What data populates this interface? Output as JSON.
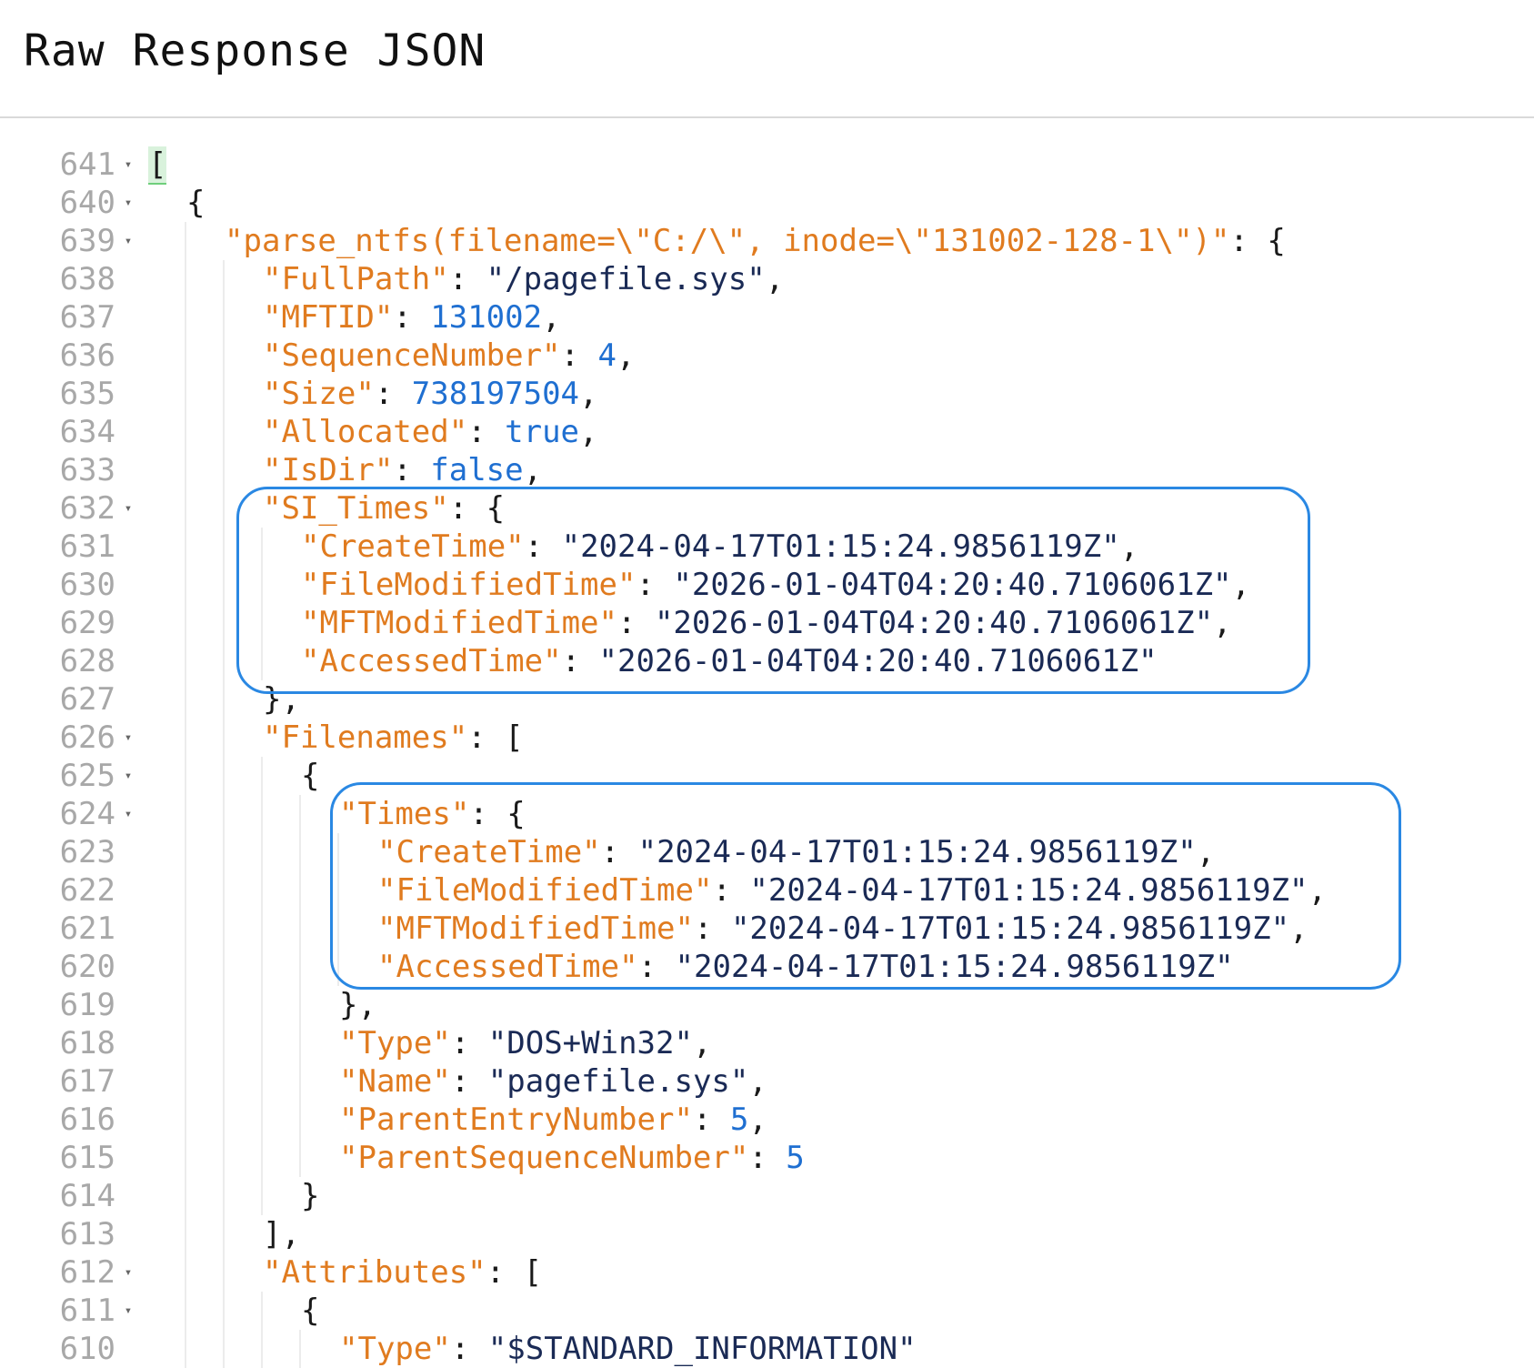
{
  "header": {
    "title": "Raw Response JSON"
  },
  "colors": {
    "key": "#e07b1f",
    "string": "#1a2a55",
    "number": "#1f6fd1",
    "line_number": "#a8a8a8",
    "highlight_border": "#2a88e3",
    "bracket_highlight": "#d9f2dc"
  },
  "editor": {
    "lines": [
      {
        "n": "641",
        "fold": true,
        "indent": 0,
        "tokens": [
          [
            "punc",
            "["
          ]
        ]
      },
      {
        "n": "640",
        "fold": true,
        "indent": 1,
        "tokens": [
          [
            "punc",
            "{"
          ]
        ]
      },
      {
        "n": "639",
        "fold": true,
        "indent": 2,
        "tokens": [
          [
            "key",
            "\"parse_ntfs(filename=\\\"C:/\\\", inode=\\\"131002-128-1\\\")\""
          ],
          [
            "punc",
            ": {"
          ]
        ]
      },
      {
        "n": "638",
        "fold": false,
        "indent": 3,
        "tokens": [
          [
            "key",
            "\"FullPath\""
          ],
          [
            "punc",
            ": "
          ],
          [
            "str",
            "\"/pagefile.sys\""
          ],
          [
            "punc",
            ","
          ]
        ]
      },
      {
        "n": "637",
        "fold": false,
        "indent": 3,
        "tokens": [
          [
            "key",
            "\"MFTID\""
          ],
          [
            "punc",
            ": "
          ],
          [
            "num",
            "131002"
          ],
          [
            "punc",
            ","
          ]
        ]
      },
      {
        "n": "636",
        "fold": false,
        "indent": 3,
        "tokens": [
          [
            "key",
            "\"SequenceNumber\""
          ],
          [
            "punc",
            ": "
          ],
          [
            "num",
            "4"
          ],
          [
            "punc",
            ","
          ]
        ]
      },
      {
        "n": "635",
        "fold": false,
        "indent": 3,
        "tokens": [
          [
            "key",
            "\"Size\""
          ],
          [
            "punc",
            ": "
          ],
          [
            "num",
            "738197504"
          ],
          [
            "punc",
            ","
          ]
        ]
      },
      {
        "n": "634",
        "fold": false,
        "indent": 3,
        "tokens": [
          [
            "key",
            "\"Allocated\""
          ],
          [
            "punc",
            ": "
          ],
          [
            "bool",
            "true"
          ],
          [
            "punc",
            ","
          ]
        ]
      },
      {
        "n": "633",
        "fold": false,
        "indent": 3,
        "tokens": [
          [
            "key",
            "\"IsDir\""
          ],
          [
            "punc",
            ": "
          ],
          [
            "bool",
            "false"
          ],
          [
            "punc",
            ","
          ]
        ]
      },
      {
        "n": "632",
        "fold": true,
        "indent": 3,
        "tokens": [
          [
            "key",
            "\"SI_Times\""
          ],
          [
            "punc",
            ": {"
          ]
        ]
      },
      {
        "n": "631",
        "fold": false,
        "indent": 4,
        "tokens": [
          [
            "key",
            "\"CreateTime\""
          ],
          [
            "punc",
            ": "
          ],
          [
            "str",
            "\"2024-04-17T01:15:24.9856119Z\""
          ],
          [
            "punc",
            ","
          ]
        ]
      },
      {
        "n": "630",
        "fold": false,
        "indent": 4,
        "tokens": [
          [
            "key",
            "\"FileModifiedTime\""
          ],
          [
            "punc",
            ": "
          ],
          [
            "str",
            "\"2026-01-04T04:20:40.7106061Z\""
          ],
          [
            "punc",
            ","
          ]
        ]
      },
      {
        "n": "629",
        "fold": false,
        "indent": 4,
        "tokens": [
          [
            "key",
            "\"MFTModifiedTime\""
          ],
          [
            "punc",
            ": "
          ],
          [
            "str",
            "\"2026-01-04T04:20:40.7106061Z\""
          ],
          [
            "punc",
            ","
          ]
        ]
      },
      {
        "n": "628",
        "fold": false,
        "indent": 4,
        "tokens": [
          [
            "key",
            "\"AccessedTime\""
          ],
          [
            "punc",
            ": "
          ],
          [
            "str",
            "\"2026-01-04T04:20:40.7106061Z\""
          ]
        ]
      },
      {
        "n": "627",
        "fold": false,
        "indent": 3,
        "tokens": [
          [
            "punc",
            "},"
          ]
        ]
      },
      {
        "n": "626",
        "fold": true,
        "indent": 3,
        "tokens": [
          [
            "key",
            "\"Filenames\""
          ],
          [
            "punc",
            ": ["
          ]
        ]
      },
      {
        "n": "625",
        "fold": true,
        "indent": 4,
        "tokens": [
          [
            "punc",
            "{"
          ]
        ]
      },
      {
        "n": "624",
        "fold": true,
        "indent": 5,
        "tokens": [
          [
            "key",
            "\"Times\""
          ],
          [
            "punc",
            ": {"
          ]
        ]
      },
      {
        "n": "623",
        "fold": false,
        "indent": 6,
        "tokens": [
          [
            "key",
            "\"CreateTime\""
          ],
          [
            "punc",
            ": "
          ],
          [
            "str",
            "\"2024-04-17T01:15:24.9856119Z\""
          ],
          [
            "punc",
            ","
          ]
        ]
      },
      {
        "n": "622",
        "fold": false,
        "indent": 6,
        "tokens": [
          [
            "key",
            "\"FileModifiedTime\""
          ],
          [
            "punc",
            ": "
          ],
          [
            "str",
            "\"2024-04-17T01:15:24.9856119Z\""
          ],
          [
            "punc",
            ","
          ]
        ]
      },
      {
        "n": "621",
        "fold": false,
        "indent": 6,
        "tokens": [
          [
            "key",
            "\"MFTModifiedTime\""
          ],
          [
            "punc",
            ": "
          ],
          [
            "str",
            "\"2024-04-17T01:15:24.9856119Z\""
          ],
          [
            "punc",
            ","
          ]
        ]
      },
      {
        "n": "620",
        "fold": false,
        "indent": 6,
        "tokens": [
          [
            "key",
            "\"AccessedTime\""
          ],
          [
            "punc",
            ": "
          ],
          [
            "str",
            "\"2024-04-17T01:15:24.9856119Z\""
          ]
        ]
      },
      {
        "n": "619",
        "fold": false,
        "indent": 5,
        "tokens": [
          [
            "punc",
            "},"
          ]
        ]
      },
      {
        "n": "618",
        "fold": false,
        "indent": 5,
        "tokens": [
          [
            "key",
            "\"Type\""
          ],
          [
            "punc",
            ": "
          ],
          [
            "str",
            "\"DOS+Win32\""
          ],
          [
            "punc",
            ","
          ]
        ]
      },
      {
        "n": "617",
        "fold": false,
        "indent": 5,
        "tokens": [
          [
            "key",
            "\"Name\""
          ],
          [
            "punc",
            ": "
          ],
          [
            "str",
            "\"pagefile.sys\""
          ],
          [
            "punc",
            ","
          ]
        ]
      },
      {
        "n": "616",
        "fold": false,
        "indent": 5,
        "tokens": [
          [
            "key",
            "\"ParentEntryNumber\""
          ],
          [
            "punc",
            ": "
          ],
          [
            "num",
            "5"
          ],
          [
            "punc",
            ","
          ]
        ]
      },
      {
        "n": "615",
        "fold": false,
        "indent": 5,
        "tokens": [
          [
            "key",
            "\"ParentSequenceNumber\""
          ],
          [
            "punc",
            ": "
          ],
          [
            "num",
            "5"
          ]
        ]
      },
      {
        "n": "614",
        "fold": false,
        "indent": 4,
        "tokens": [
          [
            "punc",
            "}"
          ]
        ]
      },
      {
        "n": "613",
        "fold": false,
        "indent": 3,
        "tokens": [
          [
            "punc",
            "],"
          ]
        ]
      },
      {
        "n": "612",
        "fold": true,
        "indent": 3,
        "tokens": [
          [
            "key",
            "\"Attributes\""
          ],
          [
            "punc",
            ": ["
          ]
        ]
      },
      {
        "n": "611",
        "fold": true,
        "indent": 4,
        "tokens": [
          [
            "punc",
            "{"
          ]
        ]
      },
      {
        "n": "610",
        "fold": false,
        "indent": 5,
        "tokens": [
          [
            "key",
            "\"Type\""
          ],
          [
            "punc",
            ": "
          ],
          [
            "str",
            "\"$STANDARD_INFORMATION\""
          ]
        ]
      }
    ]
  }
}
